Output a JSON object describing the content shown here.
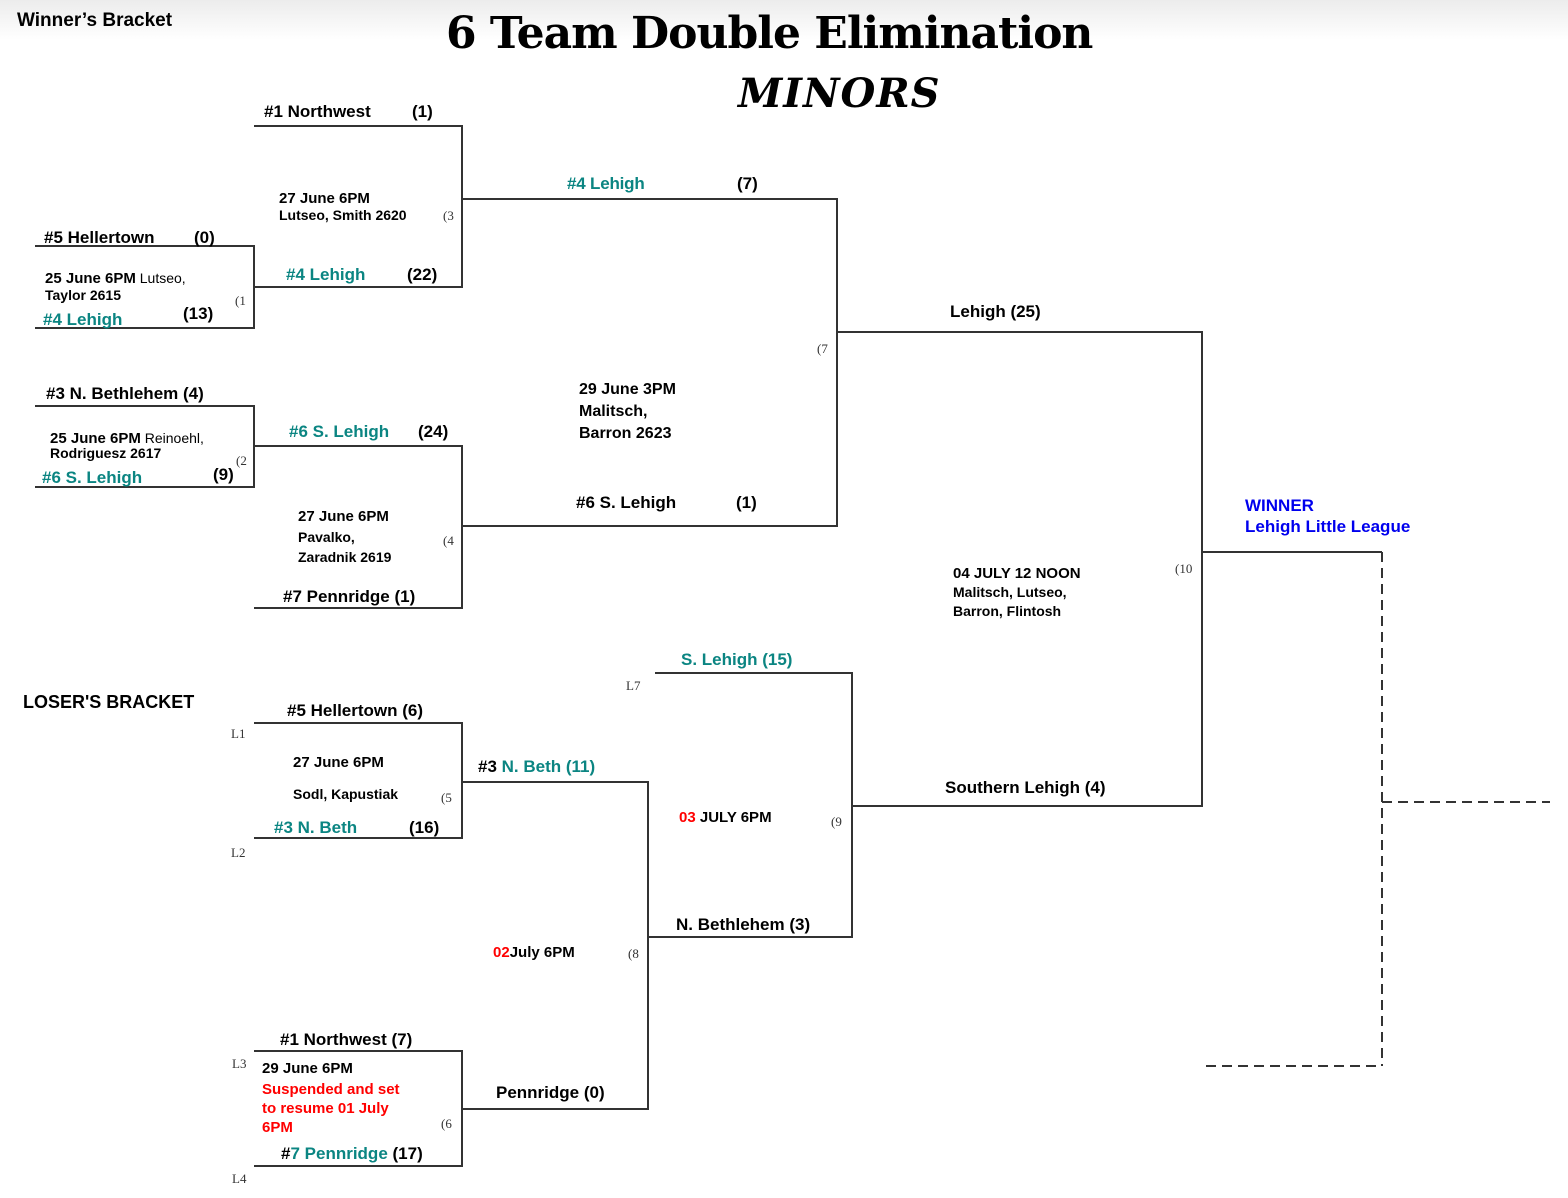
{
  "header": {
    "section_label": "Winner’s Bracket",
    "title": "6 Team Double Elimination",
    "subtitle": "MINORS"
  },
  "colors": {
    "advancing_team": "#0b8582",
    "alert": "#ff0000",
    "winner": "#0000ee",
    "lines": "#333333"
  },
  "winners_bracket": {
    "game1": {
      "number": "(1",
      "top_team": "#5 Hellertown",
      "top_score": "(0)",
      "info_bold": "25 June 6PM",
      "info_rest": " Lutseo,",
      "info_line2": "Taylor 2615",
      "bottom_team": "#4 Lehigh",
      "bottom_score": "(13)"
    },
    "game2": {
      "number": "(2",
      "top_team": "#3 N. Bethlehem (4)",
      "info_bold": "25 June 6PM",
      "info_rest": " Reinoehl,",
      "info_line2": "Rodriguesz 2617",
      "bottom_team": "#6 S. Lehigh",
      "bottom_score": "(9)"
    },
    "game3": {
      "number": "(3",
      "top_team": "#1 Northwest",
      "top_score": "(1)",
      "info_line1": "27 June 6PM",
      "info_line2": "Lutseo, Smith 2620",
      "bottom_team": "#4 Lehigh",
      "bottom_score": "(22)"
    },
    "game4": {
      "number": "(4",
      "top_team": "#6 S. Lehigh",
      "top_score": "(24)",
      "info_line1": "27 June 6PM",
      "info_line2": "Pavalko,",
      "info_line3": "Zaradnik 2619",
      "bottom_team": "#7 Pennridge (1)"
    },
    "game7": {
      "number": "(7",
      "top_team": "#4 Lehigh",
      "top_score": "(7)",
      "info_line1": "29 June 3PM",
      "info_line2": "Malitsch,",
      "info_line3": "Barron 2623",
      "bottom_team": "#6 S. Lehigh",
      "bottom_score": "(1)"
    },
    "game10": {
      "number": "(10",
      "top_team": "Lehigh (25)",
      "info_line1": "04 JULY 12 NOON",
      "info_line2": "Malitsch, Lutseo,",
      "info_line3": "Barron, Flintosh",
      "bottom_team": "Southern Lehigh (4)"
    },
    "champion": {
      "label": "WINNER",
      "name": "Lehigh Little League"
    }
  },
  "losers_bracket": {
    "section_label": "LOSER'S BRACKET",
    "game5": {
      "number": "(5",
      "slot_top": "L1",
      "slot_bottom": "L2",
      "top_team": "#5 Hellertown (6)",
      "info_line1": "27 June 6PM",
      "info_line2": "Sodl, Kapustiak",
      "bottom_team": "#3 N. Beth",
      "bottom_score": "(16)"
    },
    "game6": {
      "number": "(6",
      "slot_top": "L3",
      "slot_bottom": "L4",
      "top_team": "#1 Northwest (7)",
      "info_line1": "29 June 6PM",
      "note": [
        "Suspended and set",
        "to resume 01 July",
        "6PM"
      ],
      "bottom_prefix": "#",
      "bottom_team": "7 Pennridge",
      "bottom_score": " (17)"
    },
    "game8": {
      "number": "(8",
      "top_prefix": "#3 ",
      "top_team": "N. Beth (11)",
      "date_red": "02",
      "date_rest": "July 6PM",
      "bottom_team": "Pennridge (0)"
    },
    "game9": {
      "number": "(9",
      "slot_top": "L7",
      "top_team": "S. Lehigh (15)",
      "date_red": "03",
      "date_rest": " JULY 6PM",
      "bottom_team": "N. Bethlehem (3)"
    }
  }
}
